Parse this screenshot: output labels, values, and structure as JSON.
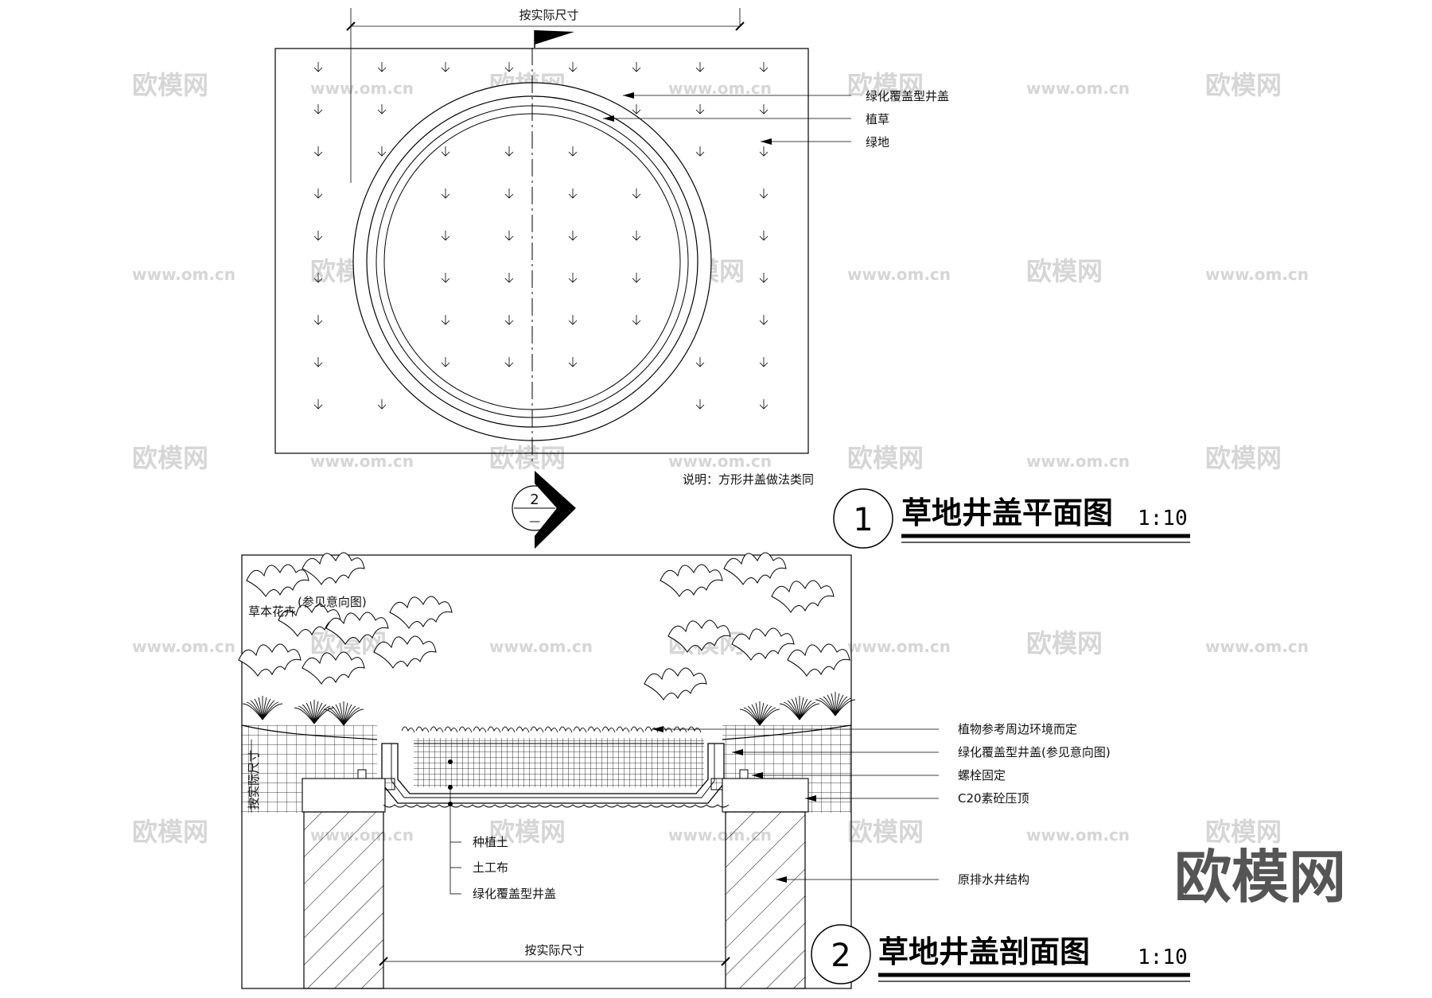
{
  "watermarks": {
    "text_cn": "欧模网",
    "text_url": "www.om.cn",
    "text_partial": "om.cn",
    "brand_large": "欧模网"
  },
  "plan": {
    "dimension_label": "按实际尺寸",
    "callouts": [
      "绿化覆盖型井盖",
      "植草",
      "绿地"
    ],
    "note": "说明：方形井盖做法类同",
    "section_symbol": {
      "number": "2",
      "sheet": "—"
    }
  },
  "section": {
    "plants_label": "草本花卉",
    "plants_ref": "(参见意向图)",
    "right_callouts": [
      "植物参考周边环境而定",
      "绿化覆盖型井盖(参见意向图)",
      "螺栓固定",
      "C20素砼压顶",
      "原排水井结构"
    ],
    "inner_callouts": [
      "种植土",
      "土工布",
      "绿化覆盖型井盖"
    ],
    "side_dimension": "按实际尺寸",
    "bottom_dimension": "按实际尺寸"
  },
  "title1": {
    "number": "1",
    "text": "草地井盖平面图",
    "scale": "1:10"
  },
  "title2": {
    "number": "2",
    "text": "草地井盖剖面图",
    "scale": "1:10"
  },
  "colors": {
    "line": "#000000",
    "watermark": "#d6d6d6",
    "brand": "#555555"
  }
}
